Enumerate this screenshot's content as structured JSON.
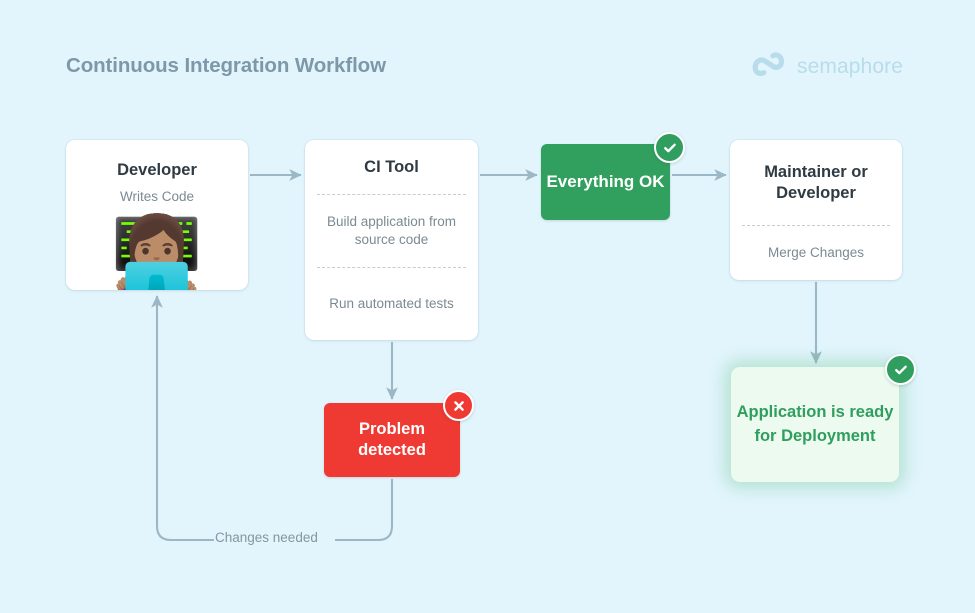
{
  "header": {
    "title": "Continuous Integration Workflow",
    "brand_name": "semaphore",
    "brand_mark_icon": "semaphore-s-curve-icon"
  },
  "colors": {
    "background": "#e2f5fd",
    "title_text": "#7d98a8",
    "brand_text": "#b9dceb",
    "card_background": "#ffffff",
    "card_title_text": "#2f3a42",
    "card_sub_text": "#7b8a93",
    "success_green": "#31a05e",
    "error_red": "#ee3a33",
    "app_box_background": "#ecfaef",
    "app_box_text": "#2f9e5e",
    "connector": "#9cb8c6",
    "dashed_divider": "#c6ccd0"
  },
  "nodes": {
    "developer": {
      "title": "Developer",
      "subtitle": "Writes Code",
      "avatar_icon": "woman-technologist-emoji",
      "avatar_glyph": "👩🏽‍💻"
    },
    "ci_tool": {
      "title": "CI Tool",
      "steps": [
        "Build application from source code",
        "Run automated tests"
      ]
    },
    "everything_ok": {
      "label": "Everything OK",
      "badge_icon": "check-circle-icon",
      "badge_state": "success"
    },
    "maintainer": {
      "title": "Maintainer or Developer",
      "action": "Merge Changes"
    },
    "problem_detected": {
      "label": "Problem detected",
      "badge_icon": "x-circle-icon",
      "badge_state": "error"
    },
    "application_ready": {
      "label": "Application is ready for Deployment",
      "badge_icon": "check-circle-icon",
      "badge_state": "success"
    }
  },
  "edges": [
    {
      "from": "developer",
      "to": "ci_tool",
      "label": ""
    },
    {
      "from": "ci_tool",
      "to": "everything_ok",
      "label": ""
    },
    {
      "from": "everything_ok",
      "to": "maintainer",
      "label": ""
    },
    {
      "from": "ci_tool",
      "to": "problem_detected",
      "label": ""
    },
    {
      "from": "maintainer",
      "to": "application_ready",
      "label": ""
    },
    {
      "from": "problem_detected",
      "to": "developer",
      "label": "Changes needed"
    }
  ],
  "edge_labels": {
    "changes_needed": "Changes needed"
  }
}
